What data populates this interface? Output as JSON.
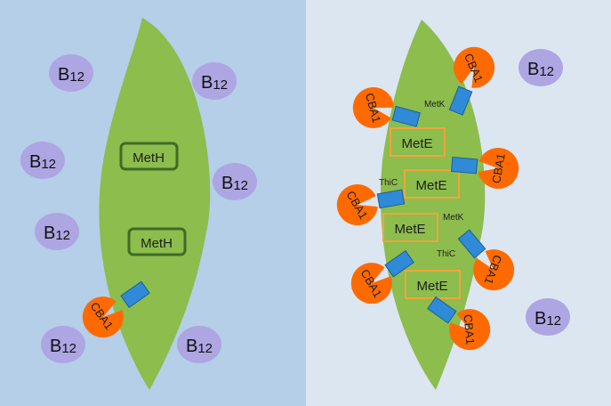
{
  "colors": {
    "left_background": "#b4cfe7",
    "right_background": "#dce6f1",
    "cell": "#8cbd4d",
    "b12": "#aea5e3",
    "cba1_receptor": "#ff6a00",
    "cba1_stem": "#2f8ad8",
    "meth_border": "#3f6b25",
    "mete_border": "#f2a43a"
  },
  "labels": {
    "b12_main": "B",
    "b12_sub": "12",
    "cba1": "CBA1",
    "meth": "MetH",
    "mete": "MetE",
    "metk": "MetK",
    "thic": "ThiC"
  }
}
